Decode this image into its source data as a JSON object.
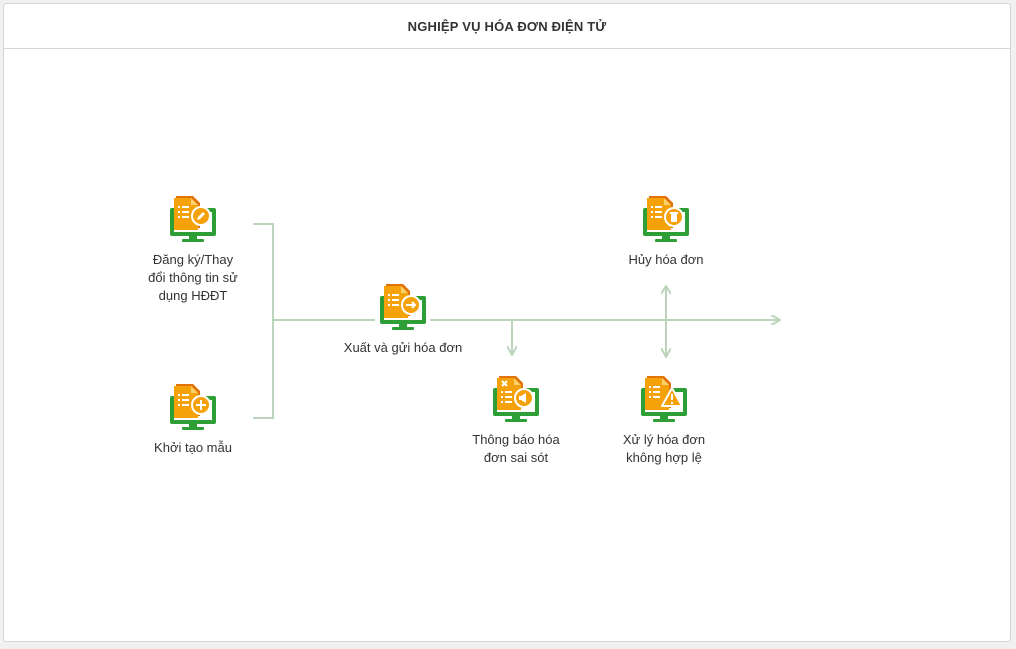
{
  "header": {
    "title": "NGHIỆP VỤ HÓA ĐƠN ĐIỆN TỬ"
  },
  "colors": {
    "monitor": "#2e9e36",
    "paper": "#f5a20a",
    "paper_shadow": "#e2730b",
    "connector": "#bcd4bb"
  },
  "nodes": {
    "register": {
      "label_1": "Đăng ký/Thay",
      "label_2": "đổi thông tin sử",
      "label_3": "dụng HĐĐT",
      "icon": "edit-icon"
    },
    "template": {
      "label_1": "Khởi tạo mẫu",
      "icon": "plus-icon"
    },
    "issue": {
      "label_1": "Xuất và gửi hóa đơn",
      "icon": "arrow-right-icon"
    },
    "error": {
      "label_1": "Thông báo hóa",
      "label_2": "đơn sai sót",
      "icon": "megaphone-icon"
    },
    "cancel": {
      "label_1": "Hủy hóa đơn",
      "icon": "trash-icon"
    },
    "invalid": {
      "label_1": "Xử lý hóa đơn",
      "label_2": "không hợp lệ",
      "icon": "warning-icon"
    }
  }
}
